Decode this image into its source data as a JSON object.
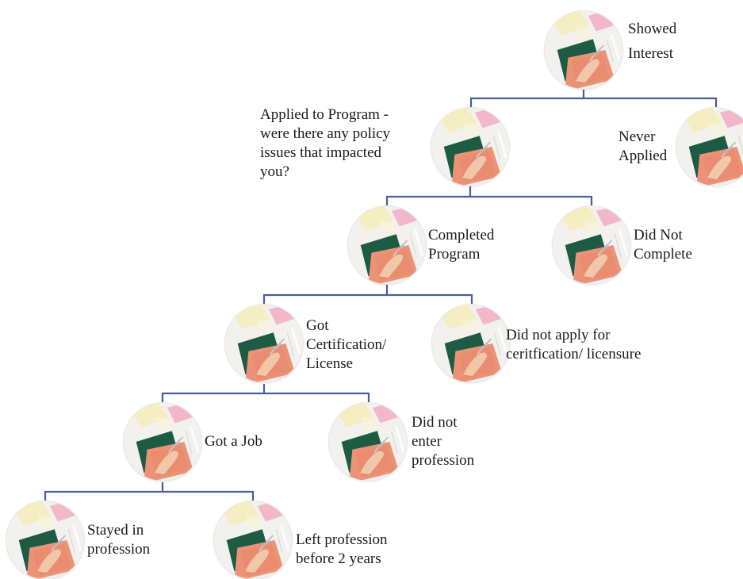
{
  "tree": {
    "line_color": "#4a5f9b",
    "nodes": [
      {
        "id": "showed-interest",
        "label": "Showed\nInterest",
        "image": "notebook-hand-photo"
      },
      {
        "id": "applied",
        "label": "Applied to Program -\nwere there any policy\nissues that impacted\nyou?",
        "image": "notebook-hand-photo"
      },
      {
        "id": "never-applied",
        "label": "Never\nApplied",
        "image": "notebook-hand-photo"
      },
      {
        "id": "completed",
        "label": "Completed\nProgram",
        "image": "notebook-hand-photo"
      },
      {
        "id": "did-not-complete",
        "label": "Did Not\nComplete",
        "image": "notebook-hand-photo"
      },
      {
        "id": "got-certification",
        "label": "Got\nCertification/\nLicense",
        "image": "notebook-hand-photo"
      },
      {
        "id": "did-not-apply-cert",
        "label": "Did not apply for\nceritfication/ licensure",
        "image": "notebook-hand-photo"
      },
      {
        "id": "got-job",
        "label": "Got a Job",
        "image": "notebook-hand-photo"
      },
      {
        "id": "did-not-enter",
        "label": "Did not\nenter\nprofession",
        "image": "notebook-hand-photo"
      },
      {
        "id": "stayed",
        "label": "Stayed in\nprofession",
        "image": "notebook-hand-photo"
      },
      {
        "id": "left",
        "label": "Left profession\nbefore 2 years",
        "image": "notebook-hand-photo"
      }
    ]
  }
}
